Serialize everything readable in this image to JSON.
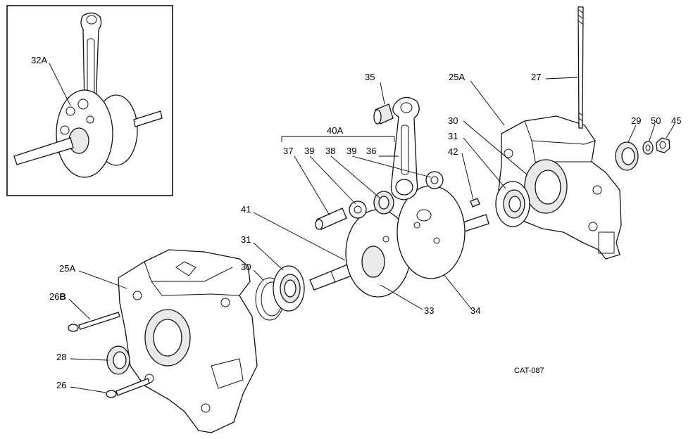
{
  "diagram": {
    "catalog_code": "CAT-087",
    "labels": {
      "inset_crankshaft": "32A",
      "bearing_35": "35",
      "group_40a": "40A",
      "p37": "37",
      "p39a": "39",
      "p38": "38",
      "p39b": "39",
      "p36": "36",
      "p41": "41",
      "p31_left": "31",
      "p30_left": "30",
      "p25a_left": "25A",
      "p26b_num": "26",
      "p26b_letter": "B",
      "p28": "28",
      "p26": "26",
      "p33": "33",
      "p34": "34",
      "p25a_right": "25A",
      "p27": "27",
      "p30_right": "30",
      "p31_right": "31",
      "p42": "42",
      "p29": "29",
      "p50": "50",
      "p45": "45"
    }
  }
}
